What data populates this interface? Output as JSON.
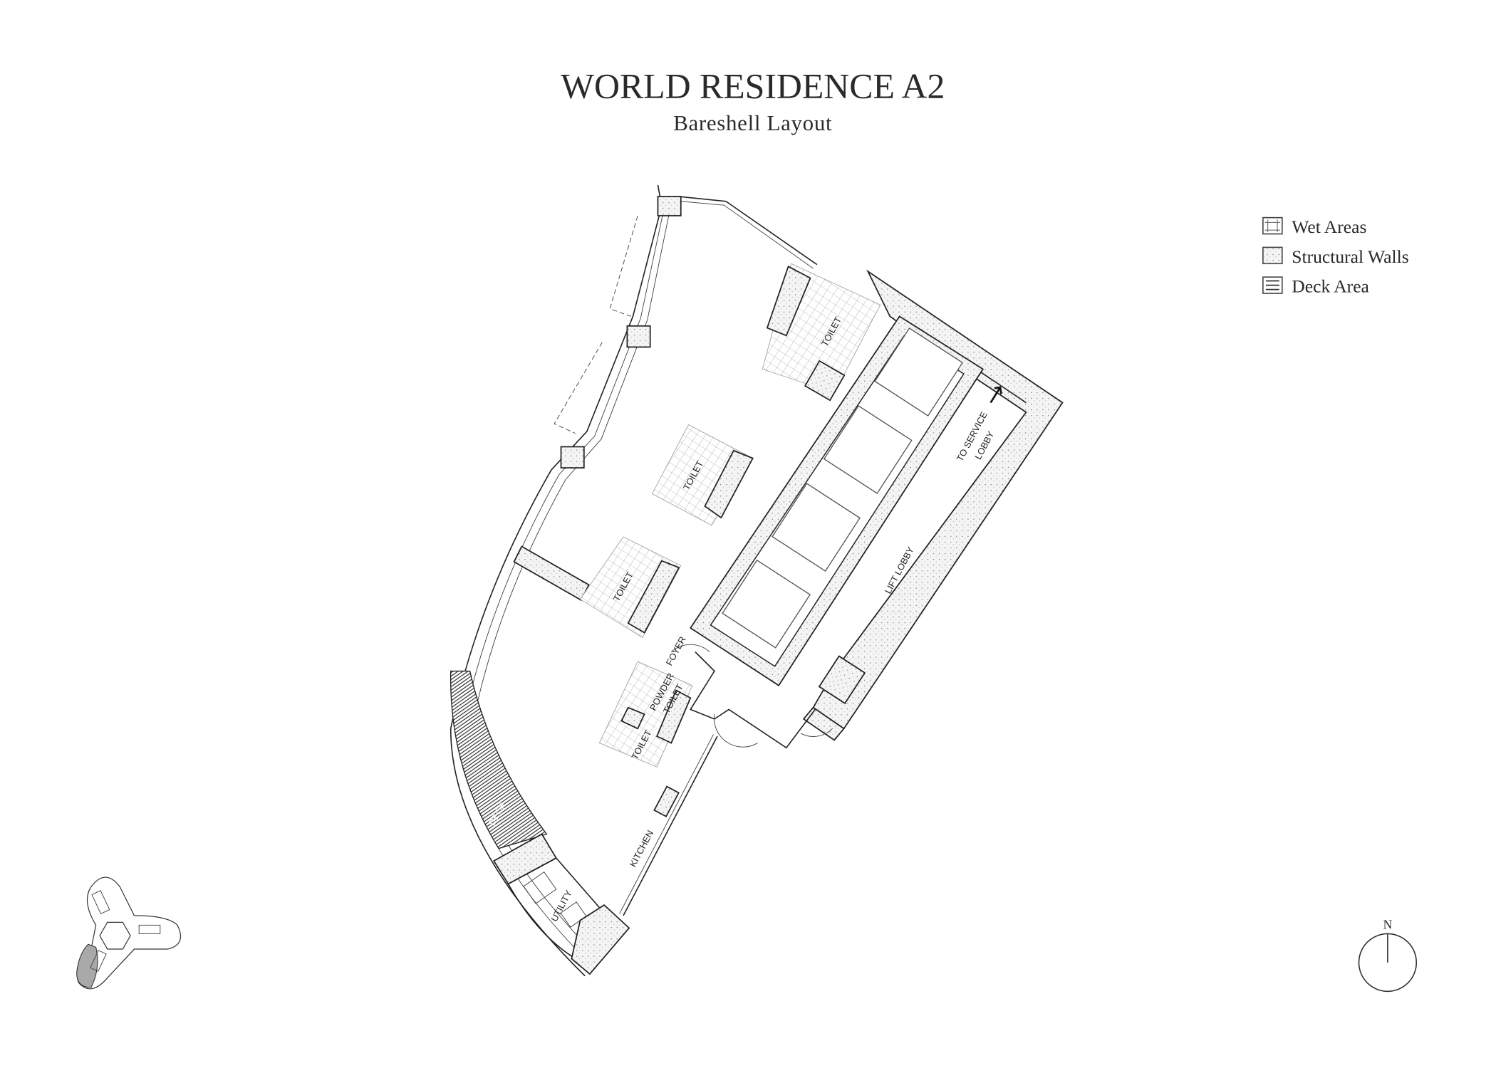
{
  "header": {
    "title": "WORLD RESIDENCE A2",
    "subtitle": "Bareshell Layout"
  },
  "legend": {
    "items": [
      {
        "label": "Wet Areas",
        "icon": "grid-swatch-icon"
      },
      {
        "label": "Structural Walls",
        "icon": "stipple-swatch-icon"
      },
      {
        "label": "Deck Area",
        "icon": "hatch-swatch-icon"
      }
    ]
  },
  "plan": {
    "labels": {
      "toilet_1": "TOILET",
      "toilet_2": "TOILET",
      "toilet_3": "TOILET",
      "toilet_4": "TOILET",
      "powder": "POWDER",
      "powder_toilet": "TOILET",
      "foyer": "FOYER",
      "kitchen": "KITCHEN",
      "deck": "DECK",
      "utility": "UTILITY",
      "lift_lobby": "LIFT LOBBY",
      "to_service": "TO SERVICE",
      "lobby": "LOBBY"
    }
  },
  "compass": {
    "north": "N"
  },
  "colors": {
    "ink": "#222222",
    "key_highlight": "#a9a9a9",
    "wet_grid": "#9a9a9a"
  }
}
